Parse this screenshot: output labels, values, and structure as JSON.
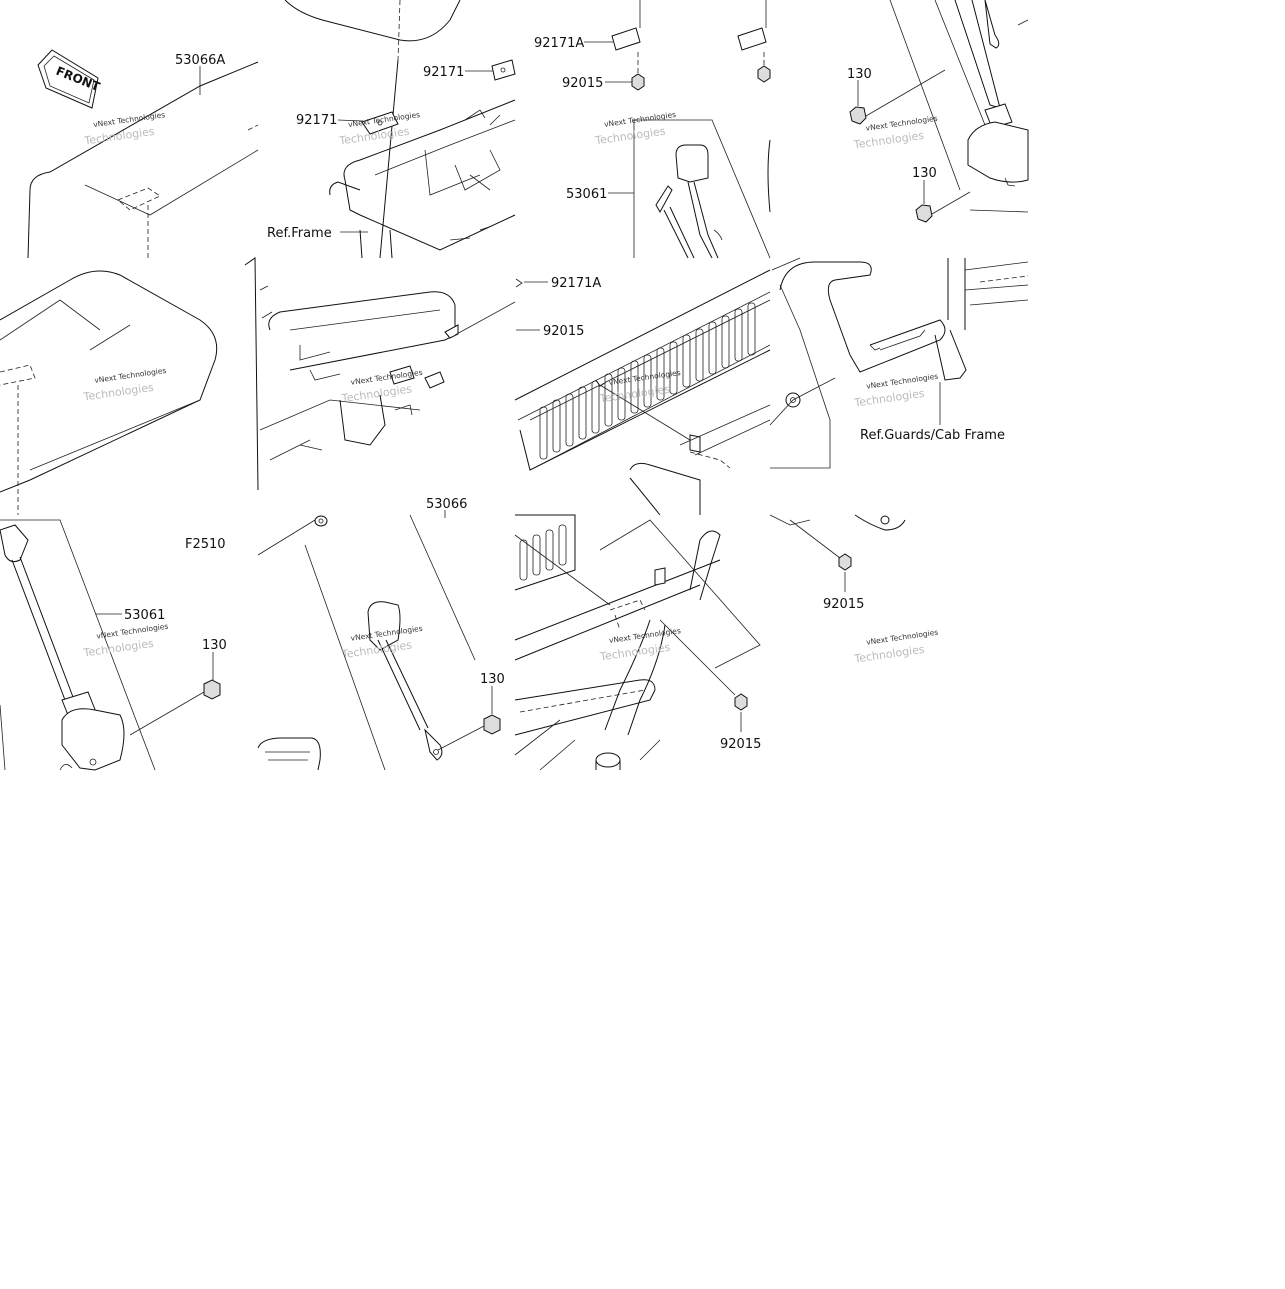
{
  "labels": {
    "l_53066A": "53066A",
    "l_92171_top": "92171",
    "l_92171_left": "92171",
    "l_ref_frame": "Ref.Frame",
    "l_92171A_top": "92171A",
    "l_92015_top": "92015",
    "l_53061_top": "53061",
    "l_130_a": "130",
    "l_130_b": "130",
    "l_92171A_mid": "92171A",
    "l_92015_mid": "92015",
    "l_ref_guards": "Ref.Guards/Cab Frame",
    "l_53066": "53066",
    "l_F2510": "F2510",
    "l_53061_bot": "53061",
    "l_130_c": "130",
    "l_130_d": "130",
    "l_92015_right": "92015",
    "l_92015_bot": "92015"
  },
  "front_sign": "FRONT",
  "watermark": {
    "line1": "vNext Technologies",
    "line2": "Technologies"
  },
  "colors": {
    "line": "#111111",
    "background": "#ffffff",
    "watermark": "#bbbbbb"
  }
}
